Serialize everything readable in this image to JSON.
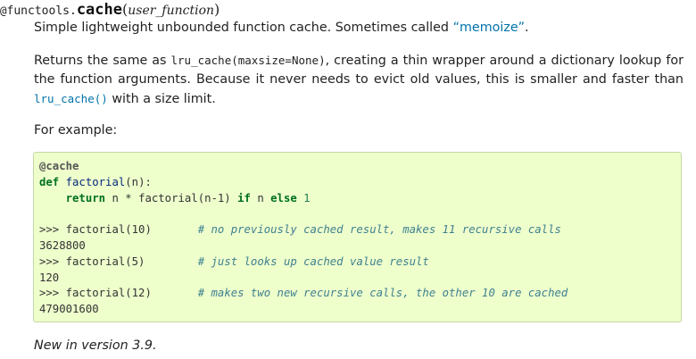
{
  "signature": {
    "decorator": "@",
    "module": "functools.",
    "name": "cache",
    "open_paren": "(",
    "param": "user_function",
    "close_paren": ")"
  },
  "paragraphs": {
    "p1_prefix": "Simple lightweight unbounded function cache. Sometimes called ",
    "p1_link": "“memoize”",
    "p1_suffix": ".",
    "p2_a": "Returns the same as ",
    "p2_code1": "lru_cache(maxsize=None)",
    "p2_b": ", creating a thin wrapper around a dictionary lookup for the function arguments. Because it never needs to evict old values, this is smaller and faster than ",
    "p2_code2": "lru_cache()",
    "p2_c": " with a size limit.",
    "p3": "For example:",
    "p4": "New in version 3.9."
  },
  "code": {
    "l1_decorator": "@cache",
    "l2_def": "def",
    "l2_fn": "factorial",
    "l2_rest": "(n):",
    "l3_indent": "    ",
    "l3_return": "return",
    "l3_mid": " n * factorial(n-1) ",
    "l3_if": "if",
    "l3_n": " n ",
    "l3_else": "else",
    "l3_one": " 1",
    "l5_prompt": ">>>",
    "l5_call": " factorial(10)       ",
    "l5_comment": "# no previously cached result, makes 11 recursive calls",
    "l6_out": "3628800",
    "l7_prompt": ">>>",
    "l7_call": " factorial(5)        ",
    "l7_comment": "# just looks up cached value result",
    "l8_out": "120",
    "l9_prompt": ">>>",
    "l9_call": " factorial(12)       ",
    "l9_comment": "# makes two new recursive calls, the other 10 are cached",
    "l10_out": "479001600"
  },
  "colors": {
    "link": "#0072aa",
    "code_bg": "#eeffcc",
    "code_border": "#c4d8a4",
    "keyword": "#007020",
    "function_name": "#06287e",
    "comment": "#408090",
    "number": "#208050"
  }
}
